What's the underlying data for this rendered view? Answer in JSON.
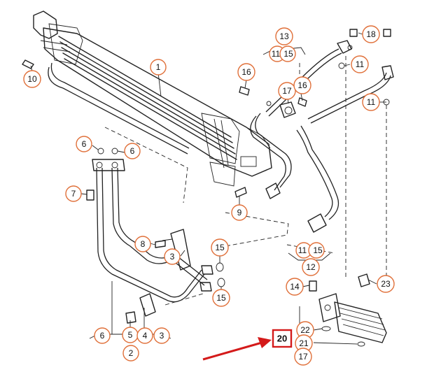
{
  "callouts": [
    {
      "label": "1"
    },
    {
      "label": "10"
    },
    {
      "label": "13"
    },
    {
      "label": "18"
    },
    {
      "label": "11"
    },
    {
      "label": "16"
    },
    {
      "label": "17"
    },
    {
      "label": "16"
    },
    {
      "label": "11"
    },
    {
      "label": "6"
    },
    {
      "label": "6"
    },
    {
      "label": "7"
    },
    {
      "label": "9"
    },
    {
      "label": "8"
    },
    {
      "label": "3"
    },
    {
      "label": "15"
    },
    {
      "label": "15"
    },
    {
      "label": "12"
    },
    {
      "label": "14"
    },
    {
      "label": "23"
    },
    {
      "label": "22"
    },
    {
      "label": "21"
    },
    {
      "label": "17"
    },
    {
      "label": "6"
    },
    {
      "label": "5"
    },
    {
      "label": "4"
    },
    {
      "label": "3"
    },
    {
      "label": "2"
    }
  ],
  "inline_labels": [
    {
      "label": "11"
    },
    {
      "label": "15"
    },
    {
      "label": "11"
    },
    {
      "label": "15"
    }
  ],
  "highlight": {
    "label": "20",
    "color": "#d41a1a"
  },
  "colors": {
    "callout_ring": "#e0703a",
    "line": "#222222",
    "highlight": "#d41a1a"
  }
}
